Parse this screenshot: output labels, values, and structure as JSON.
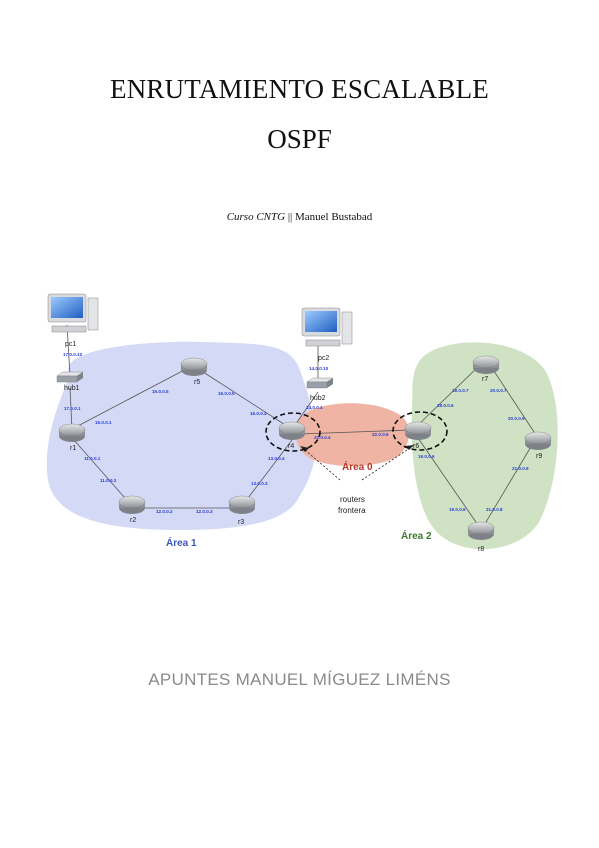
{
  "title_line1": "ENRUTAMIENTO ESCALABLE",
  "title_line2": "OSPF",
  "course_prefix": "Curso ",
  "course_em": "CNTG",
  "course_rest": " || Manuel Bustabad",
  "author": "APUNTES MANUEL MÍGUEZ LIMÉNS",
  "diagram": {
    "colors": {
      "area1": "#d4d9f6",
      "area0": "#efb4a4",
      "area2": "#cfe3c4",
      "link": "#555555",
      "ip": "#2a3fd6"
    },
    "routers": {
      "r1": "r1",
      "r2": "r2",
      "r3": "r3",
      "r4": "r4",
      "r5": "r5",
      "r6": "r6",
      "r7": "r7",
      "r8": "r8",
      "r9": "r9"
    },
    "hubs": {
      "hub1": "hub1",
      "hub2": "hub2"
    },
    "pcs": {
      "pc1": "pc1",
      "pc2": "pc2"
    },
    "areas": {
      "area1": "Área 1",
      "area0": "Área 0",
      "area2": "Área 2"
    },
    "border_label_1": "routers",
    "border_label_2": "frontera",
    "ips": {
      "pc1": "17.0.0.10",
      "hub1": "17.0.0.1",
      "r1a": "11.0.0.1",
      "r1b": "15.0.0.1",
      "r2a": "11.0.0.2",
      "r2b": "12.0.0.2",
      "r3a": "12.0.0.3",
      "r3b": "13.0.0.3",
      "r4a": "13.0.0.4",
      "r4b": "16.0.0.4",
      "r4c": "14.0.0.4",
      "r4d": "22.0.0.4",
      "r5a": "15.0.0.5",
      "r5b": "16.0.0.5",
      "pc2": "14.0.0.10",
      "r6a": "22.0.0.6",
      "r6b": "18.0.0.6",
      "r6c": "19.0.0.6",
      "r7a": "18.0.0.7",
      "r7b": "20.0.0.7",
      "r9a": "20.0.0.9",
      "r9b": "21.0.0.9",
      "r8a": "19.0.0.8",
      "r8b": "21.0.0.8"
    }
  }
}
